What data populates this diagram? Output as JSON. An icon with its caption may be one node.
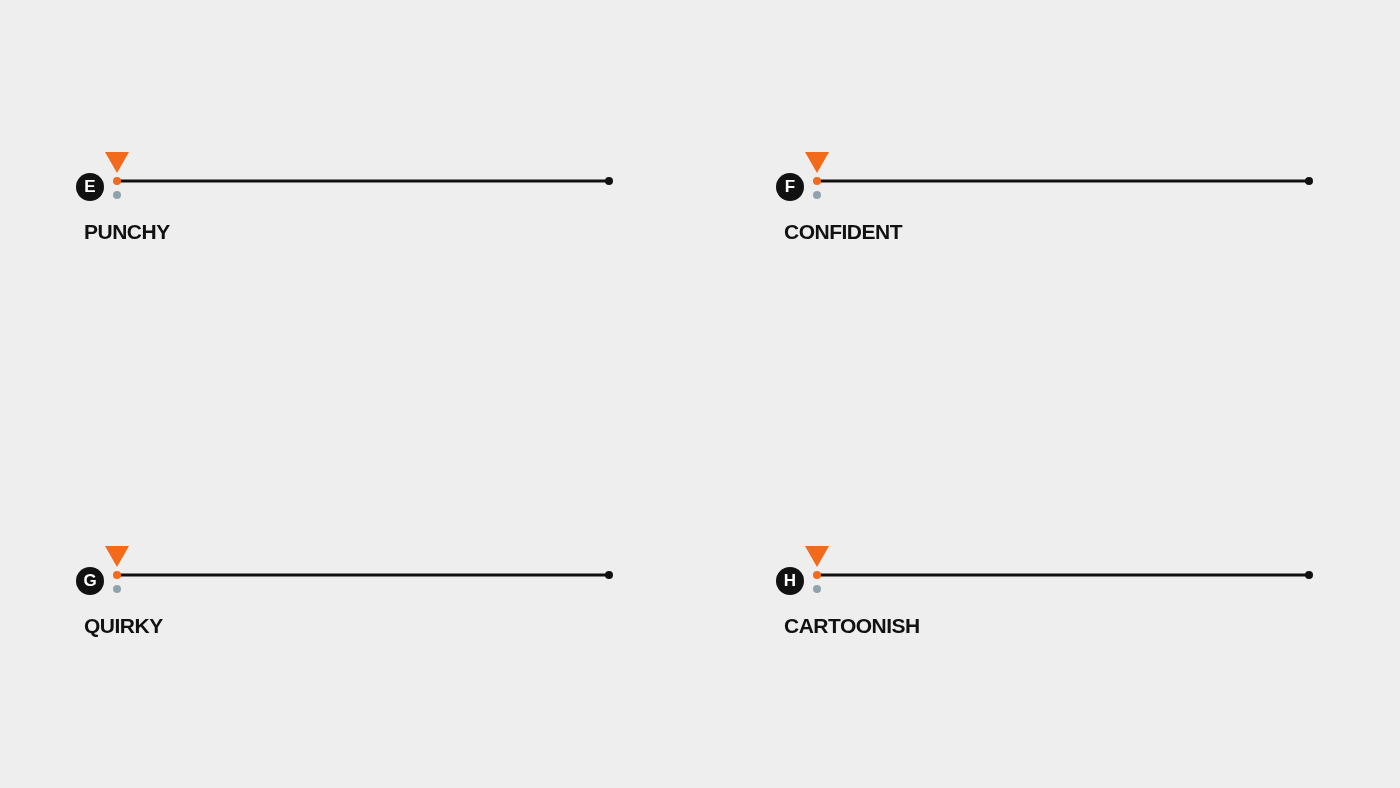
{
  "diagram": {
    "nodes": [
      {
        "text": [
          "E"
        ],
        "beside": [
          "PUNCHY"
        ]
      },
      {
        "text": [
          "F"
        ],
        "beside": [
          "CONFIDENT"
        ]
      },
      {
        "text": [
          "G"
        ],
        "beside": [
          "QUIRKY"
        ]
      },
      {
        "text": [
          "H"
        ],
        "beside": [
          "CARTOONISH"
        ]
      }
    ]
  }
}
